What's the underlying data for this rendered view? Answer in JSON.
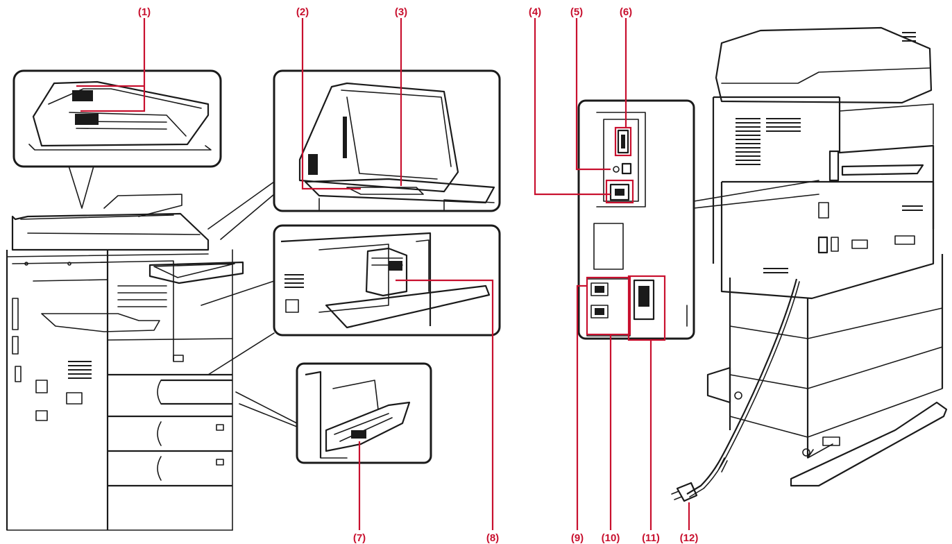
{
  "diagram": {
    "callouts": [
      {
        "id": "1",
        "label": "(1)"
      },
      {
        "id": "2",
        "label": "(2)"
      },
      {
        "id": "3",
        "label": "(3)"
      },
      {
        "id": "4",
        "label": "(4)"
      },
      {
        "id": "5",
        "label": "(5)"
      },
      {
        "id": "6",
        "label": "(6)"
      },
      {
        "id": "7",
        "label": "(7)"
      },
      {
        "id": "8",
        "label": "(8)"
      },
      {
        "id": "9",
        "label": "(9)"
      },
      {
        "id": "10",
        "label": "(10)"
      },
      {
        "id": "11",
        "label": "(11)"
      },
      {
        "id": "12",
        "label": "(12)"
      }
    ],
    "colors": {
      "callout": "#c8102e",
      "line": "#1a1a1a",
      "background": "#ffffff"
    },
    "icons": [
      "document-feeder-icon",
      "document-glass-icon",
      "usb-port-icon",
      "lan-port-icon",
      "toner-cartridge-icon",
      "bypass-tray-icon",
      "telephone-jack-icon",
      "power-switch-icon",
      "power-plug-icon"
    ]
  }
}
